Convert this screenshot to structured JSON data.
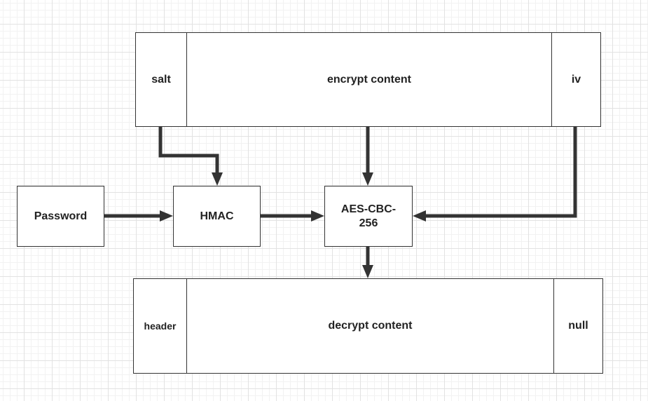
{
  "encrypted": {
    "salt": "salt",
    "content": "encrypt content",
    "iv": "iv"
  },
  "nodes": {
    "password": "Password",
    "hmac": "HMAC",
    "aes_line1": "AES-CBC-",
    "aes_line2": "256"
  },
  "decrypted": {
    "header": "header",
    "content": "decrypt content",
    "null": "null"
  },
  "colors": {
    "stroke": "#333333",
    "grid": "#e2e2e2"
  }
}
